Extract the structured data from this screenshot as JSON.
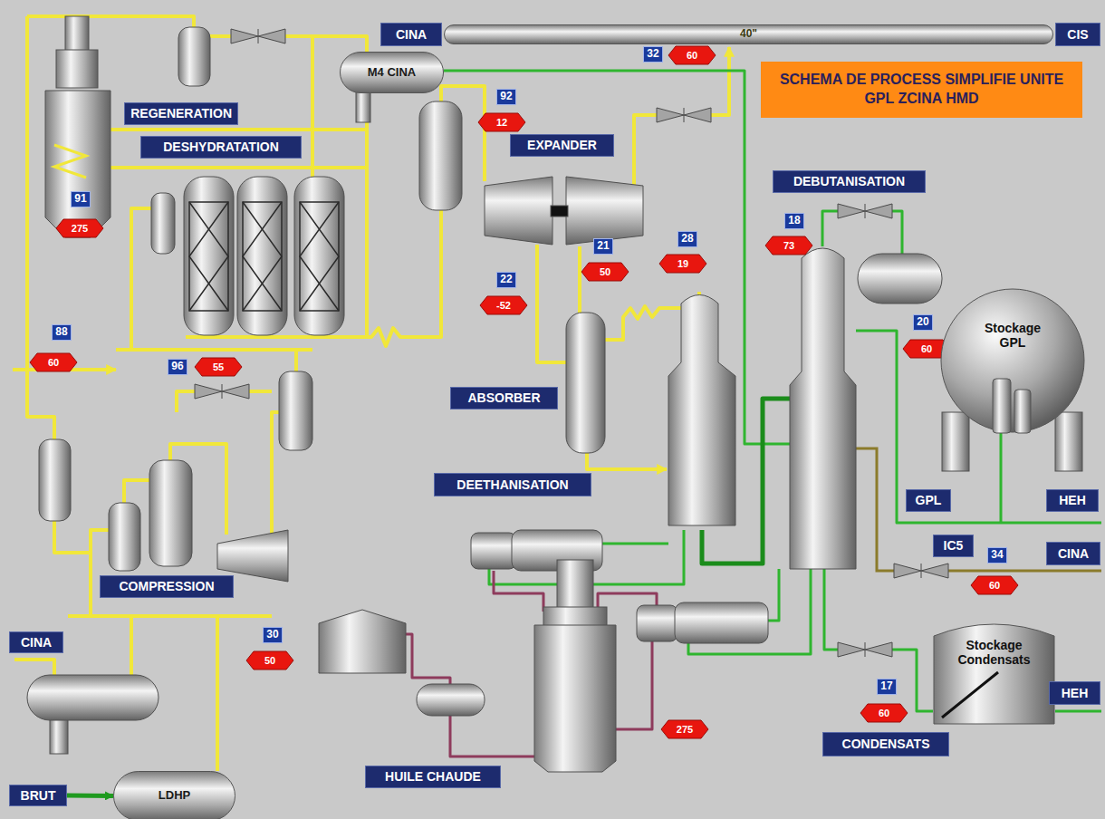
{
  "diagram": {
    "title": "SCHEMA DE PROCESS SIMPLIFIE UNITE GPL ZCINA HMD",
    "nodes": [
      {
        "text": [
          "CINA"
        ]
      },
      {
        "text": [
          "40\""
        ]
      },
      {
        "text": [
          "CIS"
        ]
      },
      {
        "text": [
          "M4 CINA"
        ]
      },
      {
        "text": [
          "32"
        ]
      },
      {
        "text": [
          "60"
        ]
      },
      {
        "text": [
          "REGENERATION"
        ]
      },
      {
        "text": [
          "92"
        ]
      },
      {
        "text": [
          "12"
        ]
      },
      {
        "text": [
          "DESHYDRATATION"
        ]
      },
      {
        "text": [
          "EXPANDER"
        ]
      },
      {
        "text": [
          "DEBUTANISATION"
        ]
      },
      {
        "text": [
          "91"
        ]
      },
      {
        "text": [
          "275"
        ]
      },
      {
        "text": [
          "18"
        ]
      },
      {
        "text": [
          "73"
        ]
      },
      {
        "text": [
          "28"
        ]
      },
      {
        "text": [
          "19"
        ]
      },
      {
        "text": [
          "21"
        ]
      },
      {
        "text": [
          "50"
        ]
      },
      {
        "text": [
          "22"
        ]
      },
      {
        "text": [
          "-52"
        ]
      },
      {
        "text": [
          "20"
        ]
      },
      {
        "text": [
          "60"
        ]
      },
      {
        "text": [
          "88"
        ]
      },
      {
        "text": [
          "60"
        ]
      },
      {
        "text": [
          "96"
        ]
      },
      {
        "text": [
          "55"
        ]
      },
      {
        "text": [
          "Stockage GPL"
        ]
      },
      {
        "text": [
          "ABSORBER"
        ]
      },
      {
        "text": [
          "DEETHANISATION"
        ]
      },
      {
        "text": [
          "GPL"
        ]
      },
      {
        "text": [
          "HEH"
        ]
      },
      {
        "text": [
          "IC5"
        ]
      },
      {
        "text": [
          "34"
        ]
      },
      {
        "text": [
          "CINA"
        ]
      },
      {
        "text": [
          "60"
        ]
      },
      {
        "text": [
          "COMPRESSION"
        ]
      },
      {
        "text": [
          "Stockage Condensats"
        ]
      },
      {
        "text": [
          "CINA"
        ]
      },
      {
        "text": [
          "30"
        ]
      },
      {
        "text": [
          "50"
        ]
      },
      {
        "text": [
          "17"
        ]
      },
      {
        "text": [
          "HEH"
        ]
      },
      {
        "text": [
          "60"
        ]
      },
      {
        "text": [
          "275"
        ]
      },
      {
        "text": [
          "CONDENSATS"
        ]
      },
      {
        "text": [
          "HUILE CHAUDE"
        ]
      },
      {
        "text": [
          "BRUT"
        ]
      },
      {
        "text": [
          "LDHP"
        ]
      }
    ],
    "edges": [
      {
        "from": 48,
        "to": 49,
        "arrow": "to"
      }
    ]
  }
}
